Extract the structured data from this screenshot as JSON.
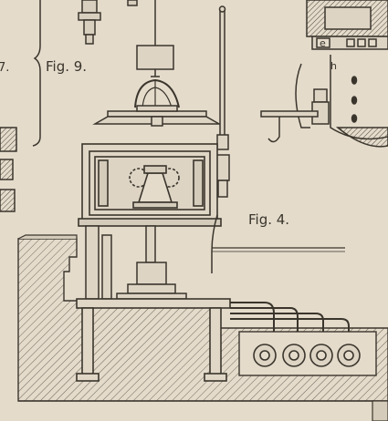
{
  "labels": {
    "fig9": "Fig. 9.",
    "fig4": "Fig. 4.",
    "left_fragment": "7.",
    "letter_e": "e",
    "letter_h": "h"
  },
  "colors": {
    "paper": "#e4dbcb",
    "ink": "#3a352c",
    "hatch": "#6e675b"
  }
}
